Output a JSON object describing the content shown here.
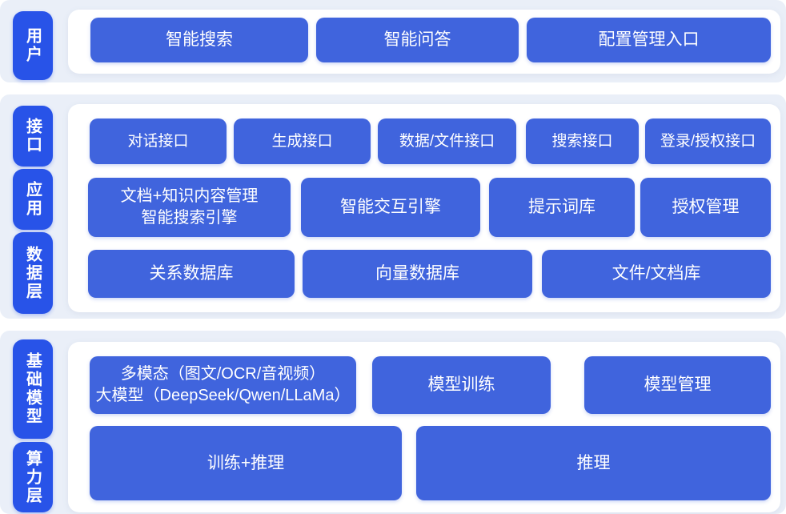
{
  "colors": {
    "block_fill": "#4064dd",
    "layer_label_fill": "#2853e8",
    "section_band_fill": "#eaeff8",
    "panel_fill": "#ffffff",
    "text": "#ffffff"
  },
  "sections": [
    {
      "name": "user-layer",
      "labels": [
        {
          "text": "用户"
        }
      ],
      "rows": [
        {
          "buttons": [
            {
              "label": "智能搜索"
            },
            {
              "label": "智能问答"
            },
            {
              "label": "配置管理入口"
            }
          ]
        }
      ]
    },
    {
      "name": "interface-application-data-layer",
      "labels": [
        {
          "text": "接口"
        },
        {
          "text": "应用"
        },
        {
          "text": "数据层"
        }
      ],
      "rows": [
        {
          "buttons": [
            {
              "label": "对话接口"
            },
            {
              "label": "生成接口"
            },
            {
              "label": "数据/文件接口"
            },
            {
              "label": "搜索接口"
            },
            {
              "label": "登录/授权接口"
            }
          ]
        },
        {
          "buttons": [
            {
              "label": "文档+知识内容管理\n智能搜索引擎"
            },
            {
              "label": "智能交互引擎"
            },
            {
              "label": "提示词库"
            },
            {
              "label": "授权管理"
            }
          ]
        },
        {
          "buttons": [
            {
              "label": "关系数据库"
            },
            {
              "label": "向量数据库"
            },
            {
              "label": "文件/文档库"
            }
          ]
        }
      ]
    },
    {
      "name": "foundation-model-compute-layer",
      "labels": [
        {
          "text": "基础模型"
        },
        {
          "text": "算力层"
        }
      ],
      "rows": [
        {
          "buttons": [
            {
              "label": "多模态（图文/OCR/音视频）\n大模型（DeepSeek/Qwen/LLaMa）"
            },
            {
              "label": "模型训练"
            },
            {
              "label": "模型管理"
            }
          ]
        },
        {
          "buttons": [
            {
              "label": "训练+推理"
            },
            {
              "label": "推理"
            }
          ]
        }
      ]
    }
  ]
}
